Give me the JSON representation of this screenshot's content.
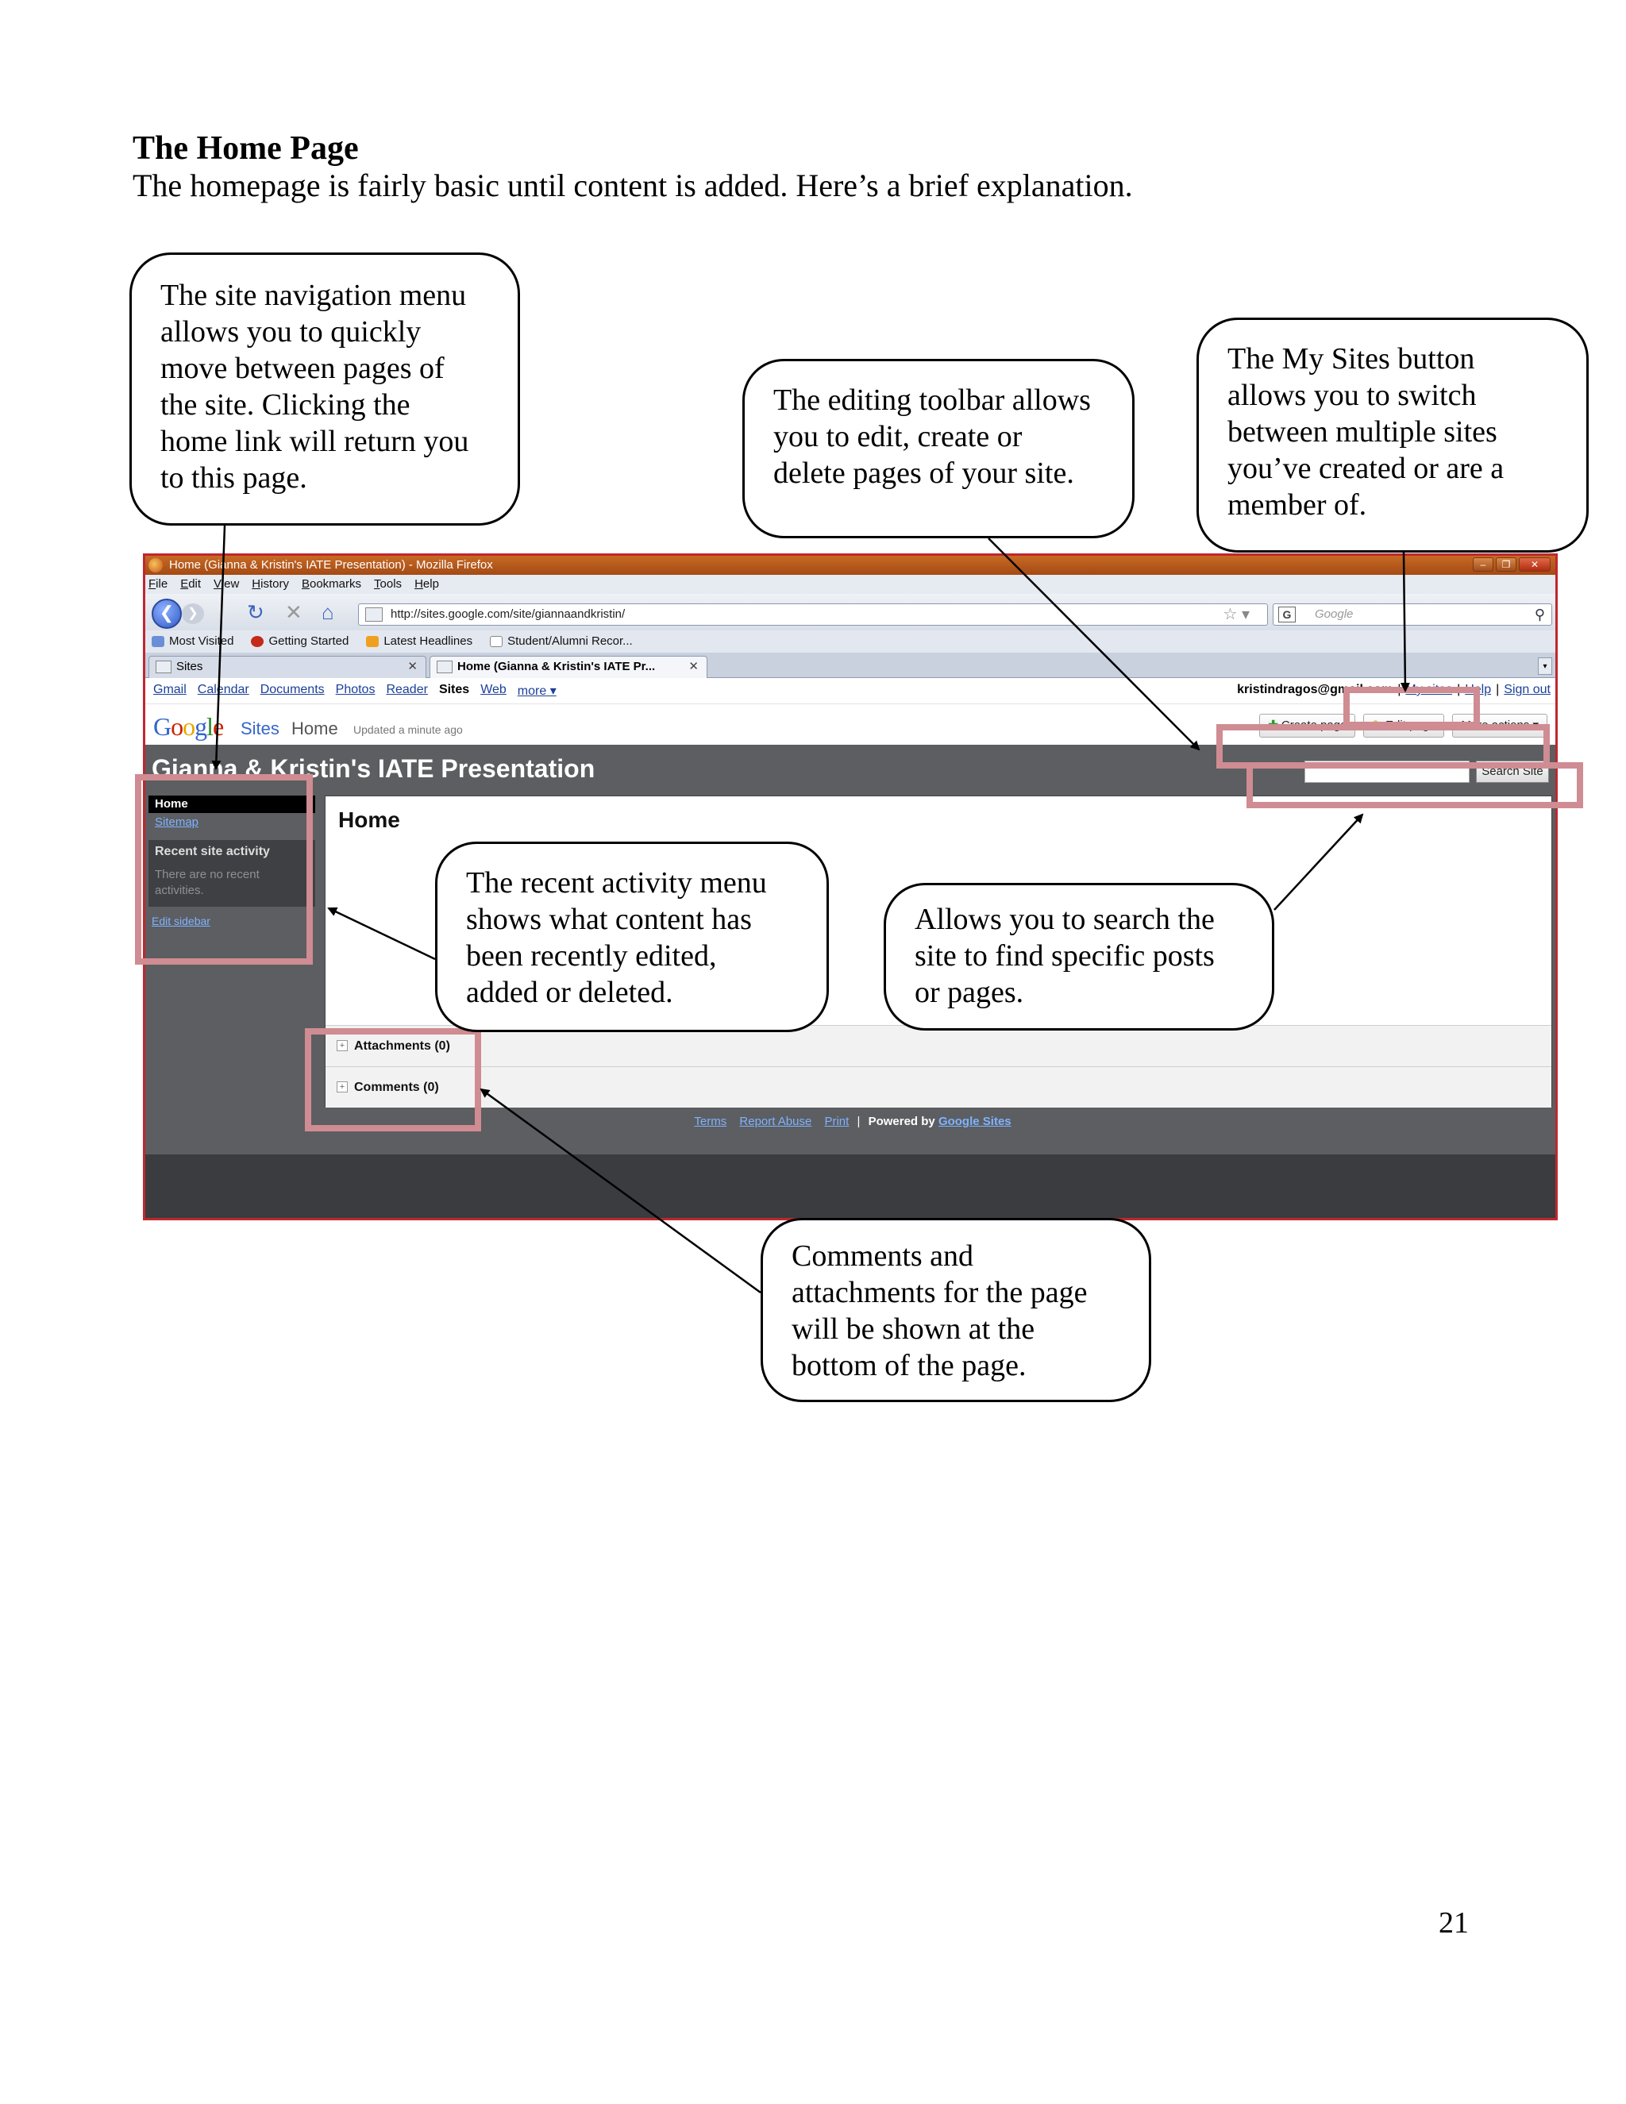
{
  "document": {
    "title": "The Home Page",
    "intro": "The homepage is fairly basic until content is added. Here’s a brief explanation.",
    "page_number": "21"
  },
  "callouts": {
    "nav_menu": [
      "The site navigation menu",
      "allows you to quickly",
      "move between pages of",
      "the site. Clicking the",
      "home link will return you",
      "to this page."
    ],
    "editing_toolbar": [
      "The editing toolbar allows",
      "you to edit, create or",
      "delete pages of your site."
    ],
    "my_sites": [
      "The My Sites button",
      "allows you to switch",
      "between multiple sites",
      "you’ve created or are a",
      "member of."
    ],
    "recent_activity": [
      "The recent activity menu",
      "shows what content has",
      "been recently edited,",
      "added or deleted."
    ],
    "search": [
      "Allows you to search the",
      "site to find specific posts",
      "or pages."
    ],
    "comments": [
      "Comments and",
      "attachments for the page",
      "will be shown at the",
      "bottom of the page."
    ]
  },
  "browser": {
    "window_title": "Home (Gianna & Kristin's IATE Presentation) - Mozilla Firefox",
    "menu": [
      "File",
      "Edit",
      "View",
      "History",
      "Bookmarks",
      "Tools",
      "Help"
    ],
    "url": "http://sites.google.com/site/giannaandkristin/",
    "search_placeholder": "Google",
    "bookmarks": [
      "Most Visited",
      "Getting Started",
      "Latest Headlines",
      "Student/Alumni Recor..."
    ],
    "tabs": [
      {
        "label": "Sites",
        "active": false
      },
      {
        "label": "Home (Gianna & Kristin's IATE Pr...",
        "active": true
      }
    ]
  },
  "google_bar": {
    "links": [
      "Gmail",
      "Calendar",
      "Documents",
      "Photos",
      "Reader"
    ],
    "current": "Sites",
    "extra": [
      "Web",
      "more ▾"
    ],
    "email": "kristindragos@gmail.com",
    "user_links": [
      "My sites",
      "Help",
      "Sign out"
    ]
  },
  "sites_header": {
    "sites_word": "Sites",
    "page": "Home",
    "updated": "Updated a minute ago",
    "buttons": {
      "create": "Create page",
      "edit": "Edit page",
      "more": "More actions ▾"
    }
  },
  "site": {
    "title": "Gianna & Kristin's IATE Presentation",
    "search_button": "Search Site",
    "sidebar": {
      "home": "Home",
      "sitemap": "Sitemap",
      "recent_title": "Recent site activity",
      "recent_body": "There are no recent activities.",
      "edit": "Edit sidebar"
    },
    "page_heading": "Home",
    "attachments": "Attachments (0)",
    "comments": "Comments (0)",
    "footer": {
      "terms": "Terms",
      "report": "Report Abuse",
      "print": "Print",
      "powered": "Powered by",
      "gs": "Google Sites"
    }
  },
  "colors": {
    "frame": "#c0272d",
    "highlight": "#cf8c92",
    "banner": "#5c5e61"
  }
}
